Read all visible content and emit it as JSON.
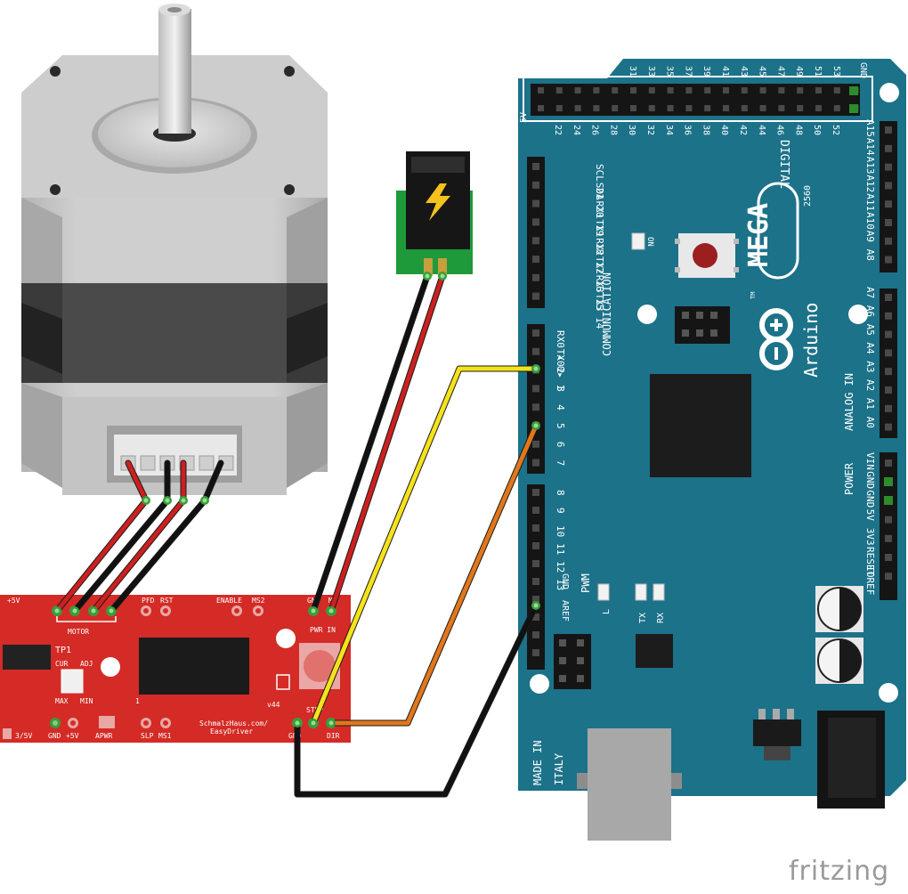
{
  "watermark": "fritzing",
  "motor": {
    "wire_colors": [
      "#cc1f1f",
      "#111111",
      "#cc1f1f",
      "#111111"
    ]
  },
  "power_jack": {
    "icon": "lightning-bolt-icon"
  },
  "easydriver": {
    "color": "#d42b26",
    "labels": {
      "v5": "+5V",
      "motor": "MOTOR",
      "pfd": "PFD",
      "rst": "RST",
      "enable": "ENABLE",
      "ms2": "MS2",
      "gnd_top": "GND",
      "m_plus": "M+",
      "pwr_in": "PWR IN",
      "tp1": "TP1",
      "cur": "CUR",
      "adj": "ADJ",
      "max": "MAX",
      "min": "MIN",
      "one": "1",
      "v44": "v44",
      "v3_5": "3/5V",
      "gnd_bottom": "GND",
      "plus5v": "+5V",
      "apwr": "APWR",
      "slp": "SLP",
      "ms1": "MS1",
      "brand1": "SchmalzHaus.com/",
      "brand2": "EasyDriver",
      "gnd_pin": "GND",
      "step": "STEP",
      "dir": "DIR"
    }
  },
  "arduino": {
    "color": "#1c7289",
    "labels": {
      "mega": "MEGA",
      "model": "2560",
      "arduino": "Arduino",
      "tm": "TM",
      "digital": "DIGITAL",
      "gnd_top": "GND",
      "v5_top": "5V",
      "communication": "COMMUNICATION",
      "analog_in": "ANALOG IN",
      "power": "POWER",
      "pwm": "PWM",
      "on": "ON",
      "l": "L",
      "tx": "TX",
      "rx": "RX",
      "aref": "AREF",
      "gnd_left": "GND",
      "made_in": "MADE IN",
      "italy": "ITALY",
      "comm_pins": [
        "SCL 21",
        "SDA 20",
        "RX1 19",
        "TX1 18",
        "RX2 17",
        "TX2 16",
        "RX3 15",
        "TX3 14"
      ],
      "digital_left_pins": [
        "RX0 ◂ 0",
        "TX0 ▸ 1",
        "2",
        "3",
        "4",
        "5",
        "6",
        "7"
      ],
      "pwm_pins": [
        "8",
        "9",
        "10",
        "11",
        "12",
        "13"
      ],
      "top_odd": [
        "31",
        "33",
        "35",
        "37",
        "39",
        "41",
        "43",
        "45",
        "47",
        "49",
        "51",
        "53"
      ],
      "top_even": [
        "22",
        "24",
        "26",
        "28",
        "30",
        "32",
        "34",
        "36",
        "38",
        "40",
        "42",
        "44",
        "46",
        "48",
        "50",
        "52"
      ],
      "analog_top": [
        "A15",
        "A14",
        "A13",
        "A12",
        "A11",
        "A10",
        "A9",
        "A8"
      ],
      "analog_bottom": [
        "A7",
        "A6",
        "A5",
        "A4",
        "A3",
        "A2",
        "A1",
        "A0"
      ],
      "power_pins": [
        "VIN",
        "GND",
        "GND",
        "5V",
        "3V3",
        "RESET",
        "IOREF"
      ]
    }
  },
  "wires": {
    "motor_red": "#cc1f1f",
    "motor_black": "#111111",
    "power_black": "#111111",
    "power_red": "#cc1f1f",
    "step_yellow": "#f5e21a",
    "dir_orange": "#e2761b",
    "gnd_black": "#111111"
  }
}
